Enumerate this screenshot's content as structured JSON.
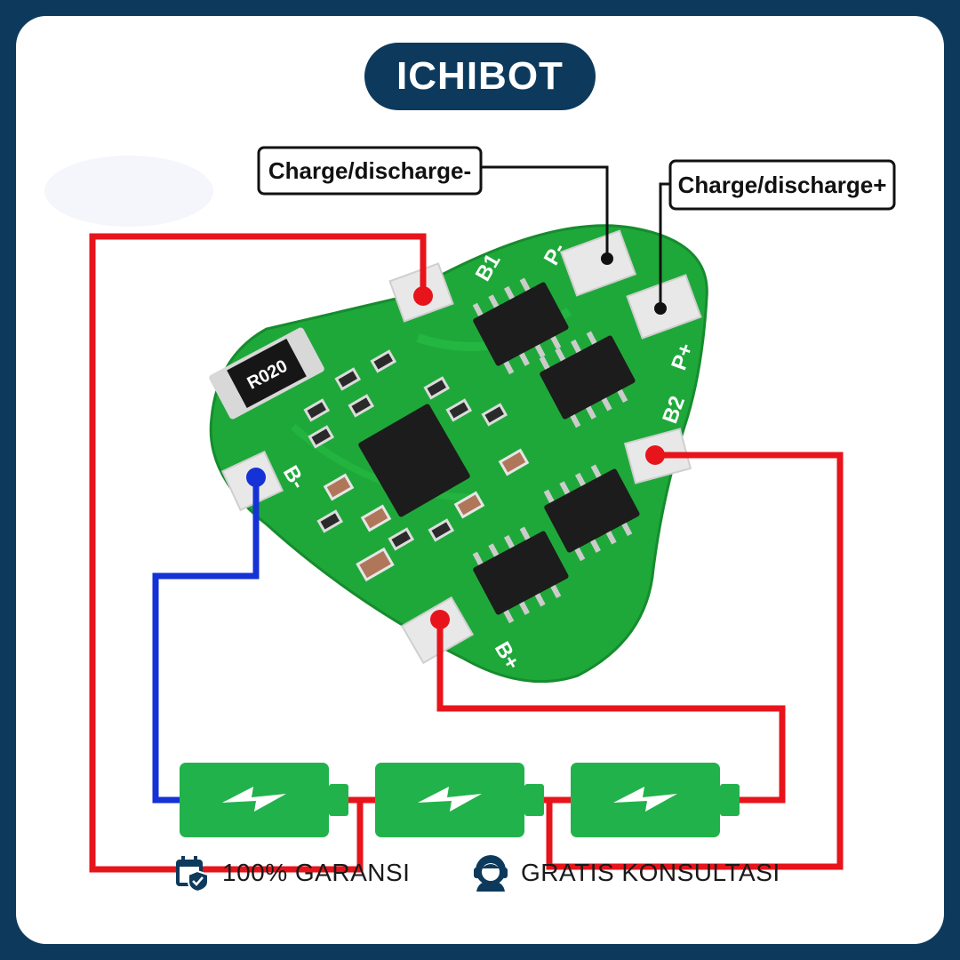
{
  "brand": {
    "name": "ICHIBOT"
  },
  "callouts": {
    "negative": "Charge/discharge-",
    "positive": "Charge/discharge+"
  },
  "board": {
    "labels": {
      "b1": "B1",
      "p_minus": "P-",
      "p_plus": "P+",
      "b2": "B2",
      "b_minus": "B-",
      "b_plus": "B+",
      "resistor": "R020"
    },
    "color": "#1fa83a"
  },
  "wire_colors": {
    "red": "#e8141b",
    "blue": "#1432d6"
  },
  "battery_color": "#22b24c",
  "badges": {
    "warranty": {
      "icon": "calendar-shield-icon",
      "text": "100% GARANSI"
    },
    "consult": {
      "icon": "headset-agent-icon",
      "text": "GRATIS KONSULTASI"
    }
  }
}
